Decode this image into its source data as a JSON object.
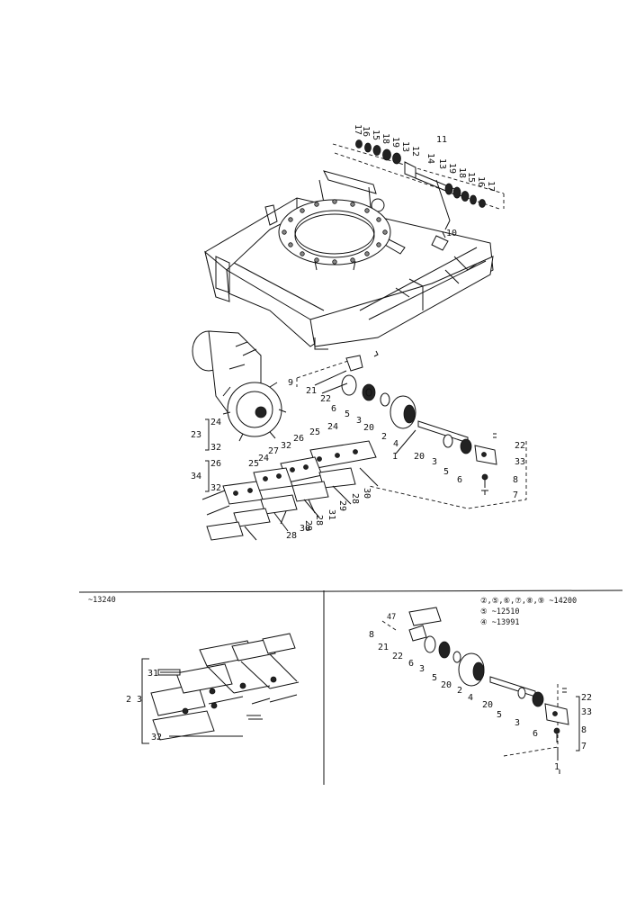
{
  "lower_left_heading": "~13240",
  "lower_right_notes": [
    "②,⑤,⑥,⑦,⑧,⑨ ~14200",
    "⑤ ~12510",
    "④ ~13991"
  ],
  "main_labels": {
    "l17a": "17",
    "l16a": "16",
    "l15a": "15",
    "l18a": "18",
    "l19a": "19",
    "l13a": "13",
    "l12": "12",
    "l11": "11",
    "l14": "14",
    "l13b": "13",
    "l19b": "19",
    "l18b": "18",
    "l15b": "15",
    "l16b": "16",
    "l17b": "17",
    "l10": "10",
    "l9": "9",
    "l21": "21",
    "l22": "22",
    "l6": "6",
    "l5": "5",
    "l3": "3",
    "l20": "20",
    "l2": "2",
    "l4": "4",
    "l1": "1",
    "l20b": "20",
    "l3b": "3",
    "l5b": "5",
    "l6b": "6",
    "l22b": "22",
    "l33": "33",
    "l8": "8",
    "l7": "7",
    "l23": "23",
    "l24": "24",
    "l32": "32",
    "l34": "34",
    "l26": "26",
    "l32b": "32",
    "l25": "25",
    "l24b": "24",
    "l27": "27",
    "l32c": "32",
    "l26b": "26",
    "l25b": "25",
    "l24c": "24",
    "l29": "29",
    "l28": "28",
    "l31": "31",
    "l29b": "29",
    "l28b": "28",
    "l30": "30",
    "l28c": "28",
    "l30b": "30"
  },
  "ll_labels": {
    "l31": "31",
    "l23": "2 3",
    "l32": "32"
  },
  "lr_labels": {
    "l47": "47",
    "l8": "8",
    "l21": "21",
    "l22": "22",
    "l6": "6",
    "l3": "3",
    "l5": "5",
    "l20": "20",
    "l2": "2",
    "l4": "4",
    "l20b": "20",
    "l5b": "5",
    "l3b": "3",
    "l6b": "6",
    "l22b": "22",
    "l33": "33",
    "l8b": "8",
    "l7": "7",
    "l1": "1"
  }
}
